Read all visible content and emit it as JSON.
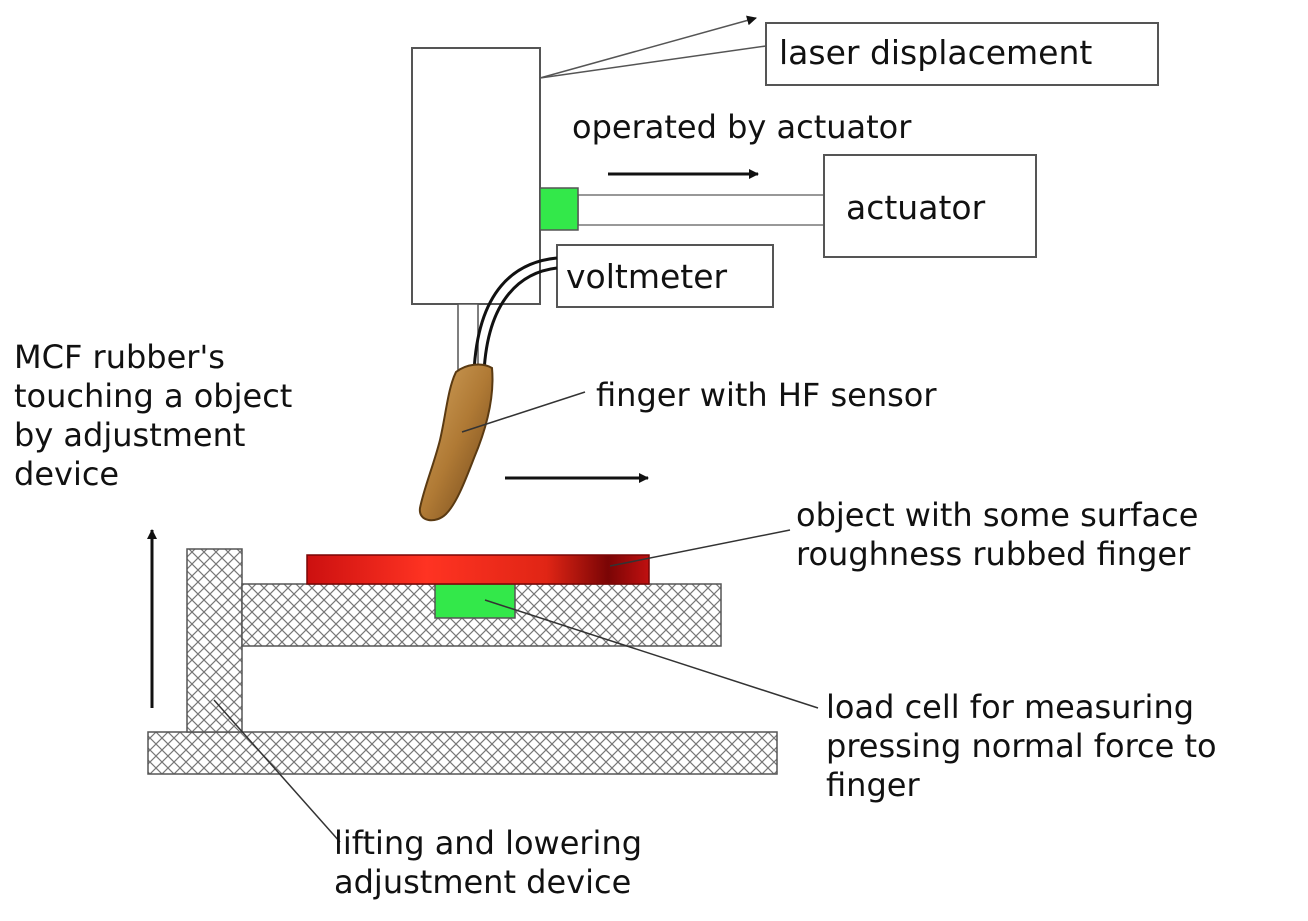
{
  "labels": {
    "laser": "laser displacement",
    "operated": "operated by actuator",
    "actuator": "actuator",
    "voltmeter": "voltmeter",
    "finger": "finger with HF sensor",
    "mcf": [
      "MCF rubber's",
      "touching a object",
      "by adjustment",
      "device"
    ],
    "object": [
      "object with some surface",
      "roughness rubbed finger"
    ],
    "loadcell": [
      "load cell for measuring",
      "pressing normal force to",
      "finger"
    ],
    "lifting": [
      "lifting and lowering",
      "adjustment device"
    ]
  },
  "colors": {
    "green": "#33e84a",
    "red_dark": "#b00000",
    "red_light": "#ff3322",
    "finger_light": "#c89650",
    "finger_dark": "#7a5020",
    "outline": "#555555",
    "hatch": "#777777"
  }
}
